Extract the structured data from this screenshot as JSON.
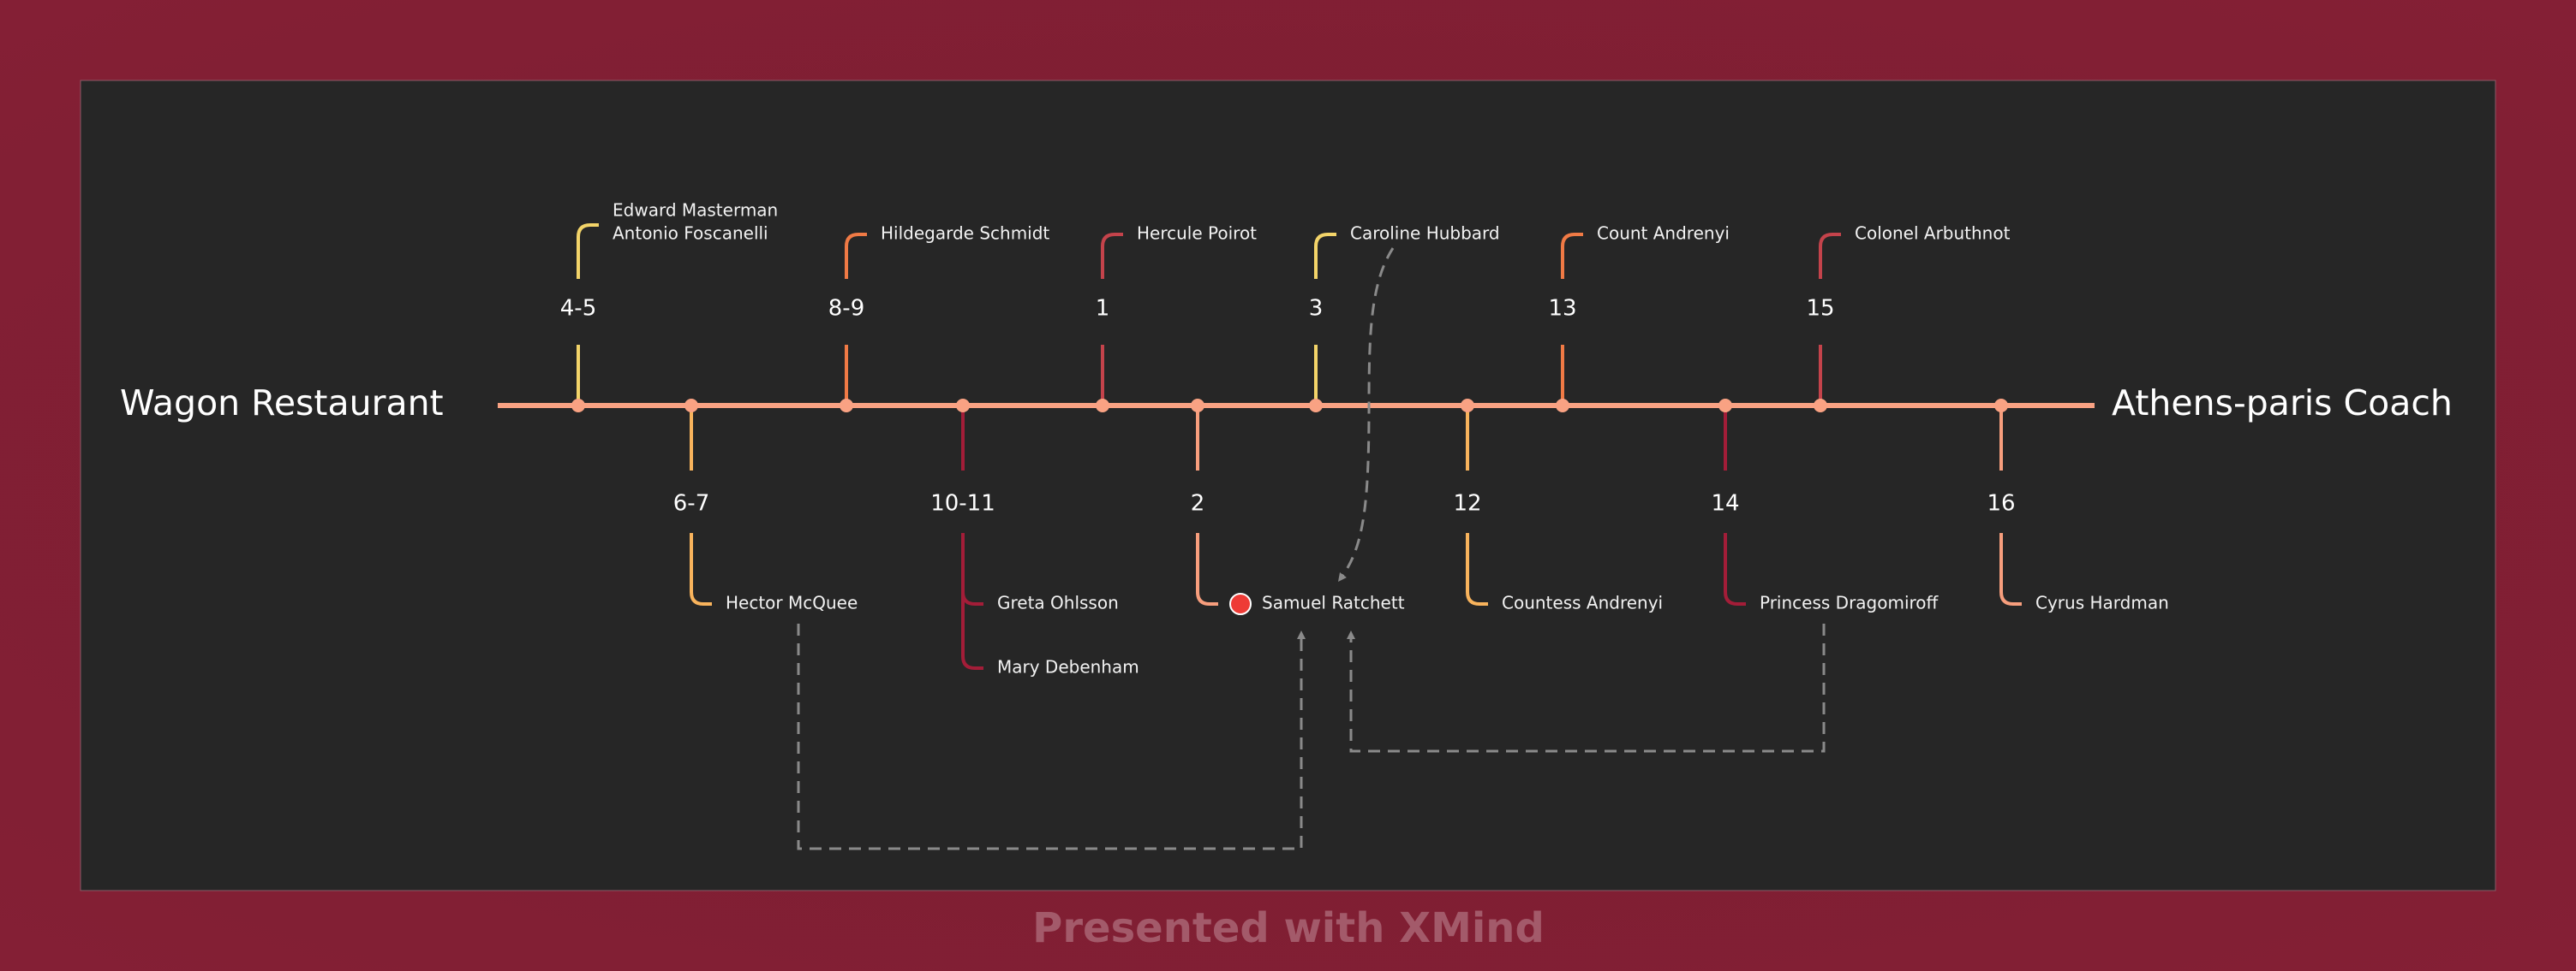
{
  "start_label": "Wagon Restaurant",
  "end_label": "Athens-paris Coach",
  "footer": "Presented with XMind",
  "colors": {
    "timeline": "#f9a283",
    "panel": "#262626",
    "victim_dot": "#ee3b36",
    "relation": "#8a8a8a"
  },
  "events": [
    {
      "number": "4-5",
      "side": "top",
      "names": [
        "Edward Masterman",
        "Antonio Foscanelli"
      ],
      "color": "#f3d469"
    },
    {
      "number": "6-7",
      "side": "bottom",
      "names": [
        "Hector McQuee"
      ],
      "color": "#f8b35c"
    },
    {
      "number": "8-9",
      "side": "top",
      "names": [
        "Hildegarde Schmidt"
      ],
      "color": "#f07a45"
    },
    {
      "number": "10-11",
      "side": "bottom",
      "names": [
        "Greta Ohlsson",
        "Mary Debenham"
      ],
      "color": "#a31d38"
    },
    {
      "number": "1",
      "side": "top",
      "names": [
        "Hercule Poirot"
      ],
      "color": "#c4434b"
    },
    {
      "number": "2",
      "side": "bottom",
      "names": [
        "Samuel Ratchett"
      ],
      "color": "#f79e7d"
    },
    {
      "number": "3",
      "side": "top",
      "names": [
        "Caroline Hubbard"
      ],
      "color": "#f3d469"
    },
    {
      "number": "12",
      "side": "bottom",
      "names": [
        "Countess Andrenyi"
      ],
      "color": "#f8b35c"
    },
    {
      "number": "13",
      "side": "top",
      "names": [
        "Count Andrenyi"
      ],
      "color": "#f07a45"
    },
    {
      "number": "14",
      "side": "bottom",
      "names": [
        "Princess Dragomiroff"
      ],
      "color": "#a31d38"
    },
    {
      "number": "15",
      "side": "top",
      "names": [
        "Colonel Arbuthnot"
      ],
      "color": "#c4434b"
    },
    {
      "number": "16",
      "side": "bottom",
      "names": [
        "Cyrus Hardman"
      ],
      "color": "#f79e7d"
    }
  ]
}
